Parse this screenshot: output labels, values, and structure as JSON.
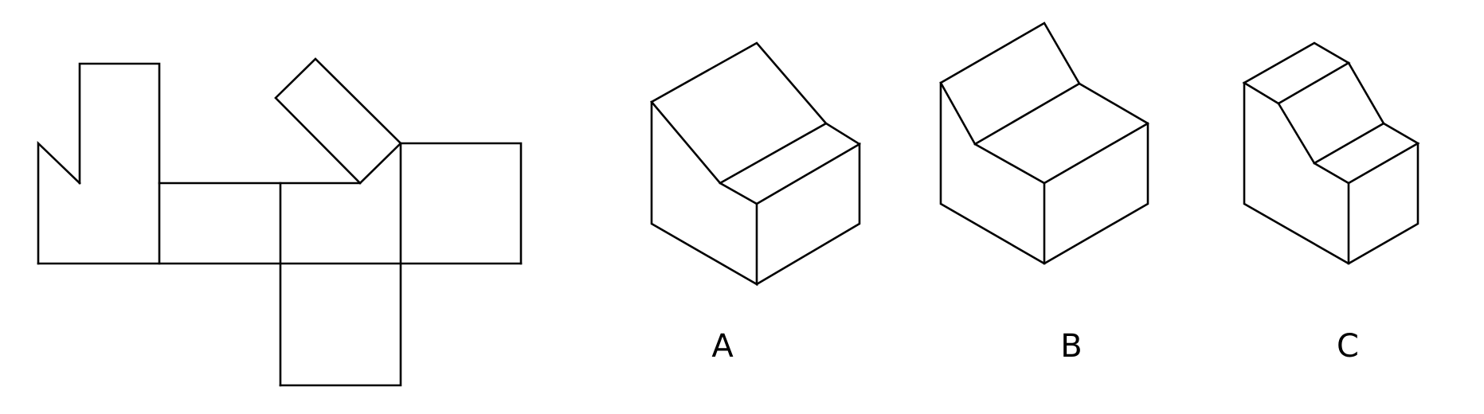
{
  "puzzle": {
    "options": [
      {
        "id": "A",
        "label": "A"
      },
      {
        "id": "B",
        "label": "B"
      },
      {
        "id": "C",
        "label": "C"
      }
    ]
  }
}
